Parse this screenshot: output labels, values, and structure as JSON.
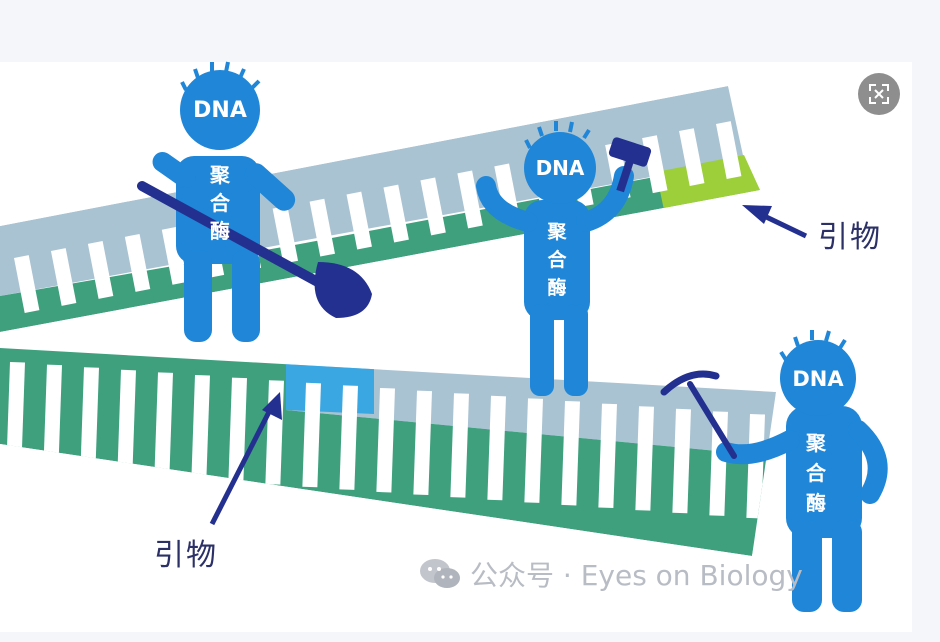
{
  "labels": {
    "primer_right": "引物",
    "primer_left": "引物"
  },
  "enzyme": {
    "head_text": "DNA",
    "body_chars": [
      "聚",
      "合",
      "酶"
    ]
  },
  "watermark": {
    "text": "公众号 · Eyes on Biology"
  },
  "icons": {
    "expand": "expand-icon",
    "wechat": "wechat-icon",
    "shovel": "shovel-icon",
    "hammer": "hammer-icon",
    "pickaxe": "pickaxe-icon",
    "arrow": "arrow-icon"
  },
  "colors": {
    "figure_blue": "#1f86d8",
    "strand_grey": "#a9c3d3",
    "strand_green": "#3fa07e",
    "primer_lime": "#9ccf3a",
    "primer_blue": "#3aa6e2",
    "tool_navy": "#24308f",
    "label_navy": "#2b3066"
  }
}
